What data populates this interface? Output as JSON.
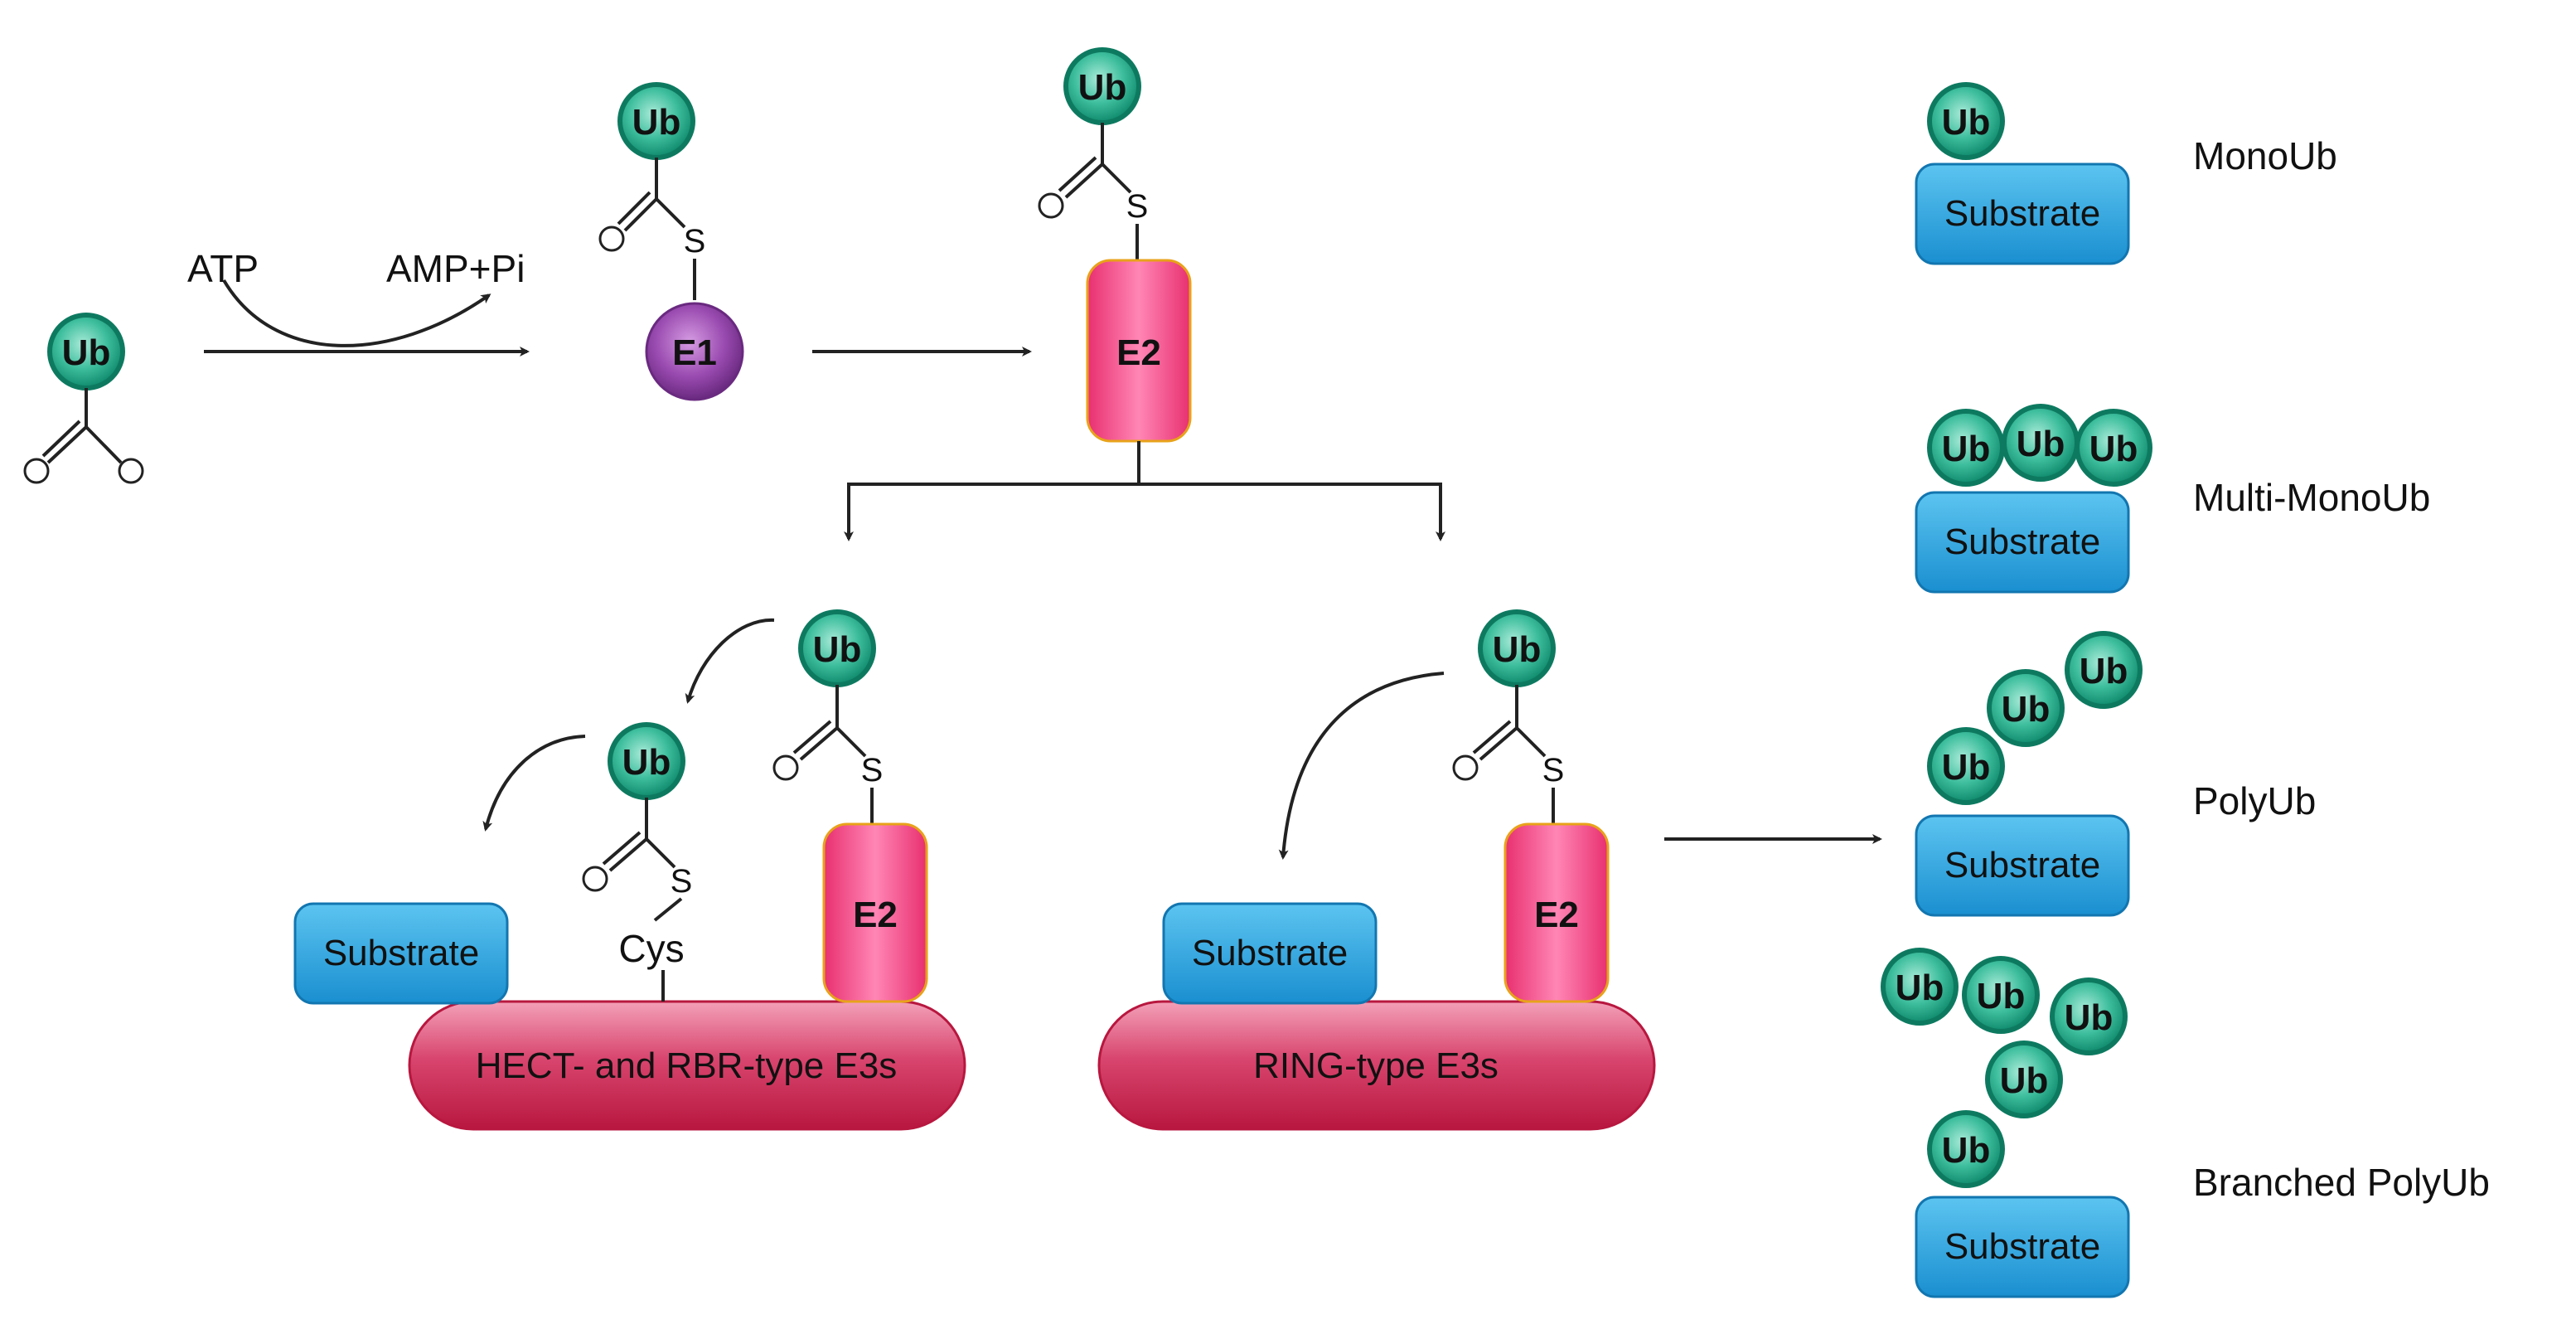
{
  "labels": {
    "ub": "Ub",
    "e1": "E1",
    "e2": "E2",
    "substrate": "Substrate",
    "atp": "ATP",
    "amp_pi": "AMP+Pi",
    "s": "S",
    "cys": "Cys",
    "hect_e3": "HECT- and RBR-type E3s",
    "ring_e3": "RING-type E3s"
  },
  "outcomes": [
    {
      "label": "MonoUb"
    },
    {
      "label": "Multi-MonoUb"
    },
    {
      "label": "PolyUb"
    },
    {
      "label": "Branched PolyUb"
    }
  ],
  "colors": {
    "ubiquitin": "#1fa589",
    "ubiquitin_ring": "#0d7a60",
    "e1": "#8c3fa0",
    "e2": "#f03f86",
    "e2_border": "#e8a21a",
    "substrate": "#1f9ad8",
    "e3": "#c81f4e"
  }
}
